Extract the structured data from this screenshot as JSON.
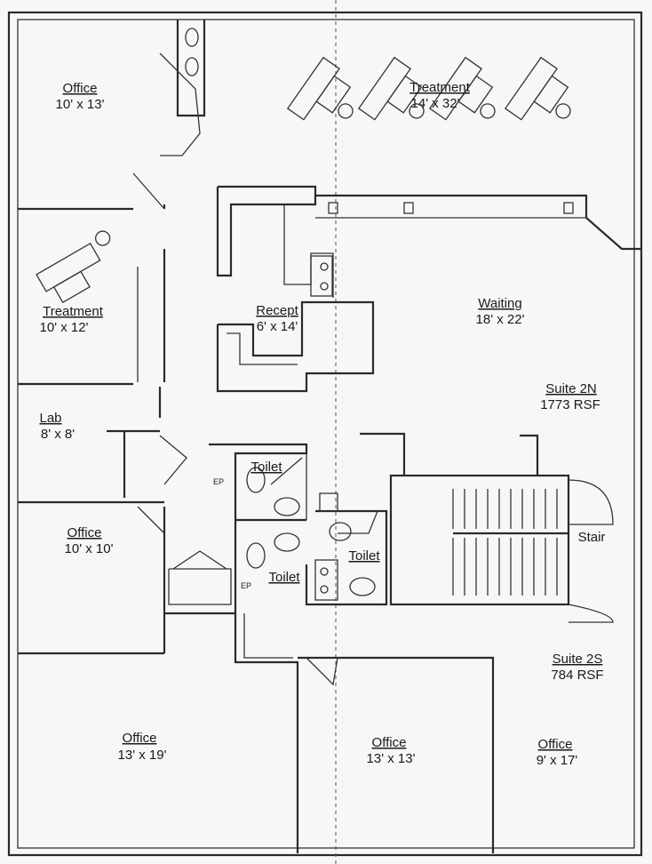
{
  "rooms": [
    {
      "name": "Office",
      "size": "10' x 13'"
    },
    {
      "name": "Treatment",
      "size": "14' x 32'"
    },
    {
      "name": "Treatment",
      "size": "10' x 12'"
    },
    {
      "name": "Recept",
      "size": "6' x 14'"
    },
    {
      "name": "Waiting",
      "size": "18' x 22'"
    },
    {
      "name": "Lab",
      "size": "8' x 8'"
    },
    {
      "name": "Office",
      "size": "10' x 10'"
    },
    {
      "name": "Office",
      "size": "13' x 19'"
    },
    {
      "name": "Office",
      "size": "13' x 13'"
    },
    {
      "name": "Office",
      "size": "9' x 17'"
    }
  ],
  "suites": [
    {
      "name": "Suite 2N",
      "area": "1773 RSF"
    },
    {
      "name": "Suite 2S",
      "area": "784 RSF"
    }
  ],
  "toilets": [
    "Toilet",
    "Toilet",
    "Toilet"
  ],
  "stair": "Stair",
  "ep_labels": [
    "EP",
    "EP"
  ]
}
